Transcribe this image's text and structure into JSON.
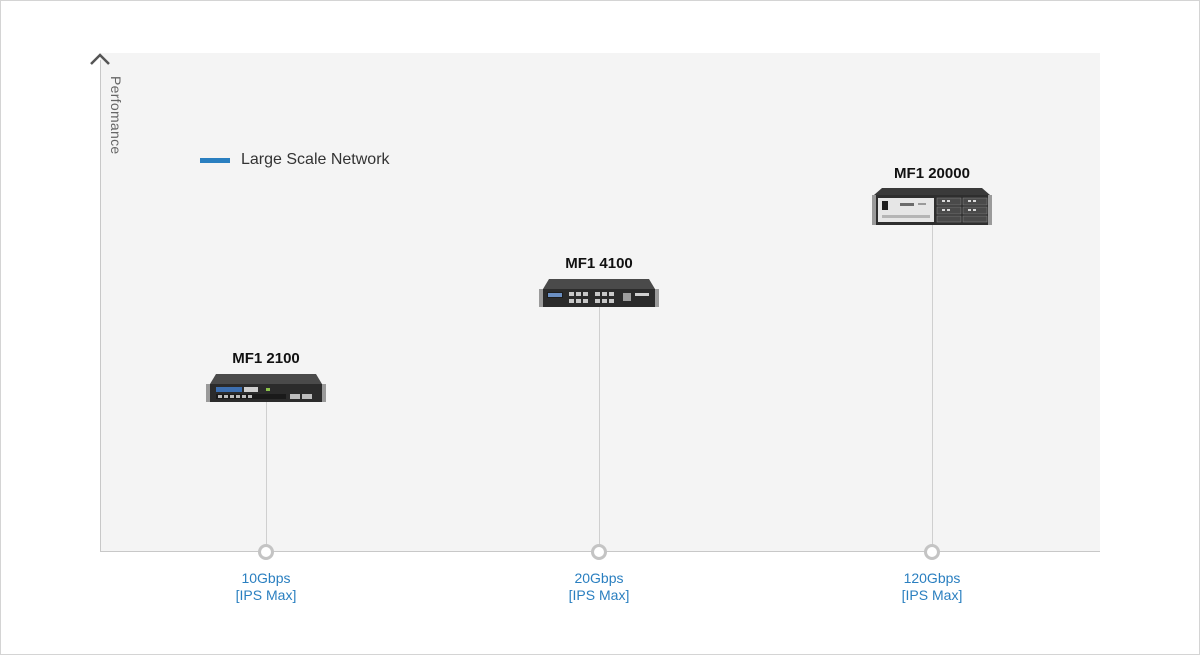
{
  "chart_data": {
    "type": "scatter",
    "ylabel": "Perfomance",
    "legend": {
      "label": "Large Scale Network",
      "color": "#2a7fc0",
      "placement": "top-left"
    },
    "categories": [
      "10Gbps\n[IPS Max]",
      "20Gbps\n[IPS Max]",
      "120Gbps\n[IPS Max]"
    ],
    "points": [
      {
        "name": "MF1 2100",
        "throughput": "10Gbps",
        "note": "[IPS Max]",
        "level": 1,
        "icon": "rack-appliance-1u-icon"
      },
      {
        "name": "MF1 4100",
        "throughput": "20Gbps",
        "note": "[IPS Max]",
        "level": 2,
        "icon": "rack-appliance-1u-icon"
      },
      {
        "name": "MF1 20000",
        "throughput": "120Gbps",
        "note": "[IPS Max]",
        "level": 3,
        "icon": "rack-chassis-2u-icon"
      }
    ],
    "grid": false,
    "colors": {
      "tick_label": "#2a7fc0",
      "axis": "#c8c8c8",
      "plot_bg": "#f4f4f4"
    }
  }
}
